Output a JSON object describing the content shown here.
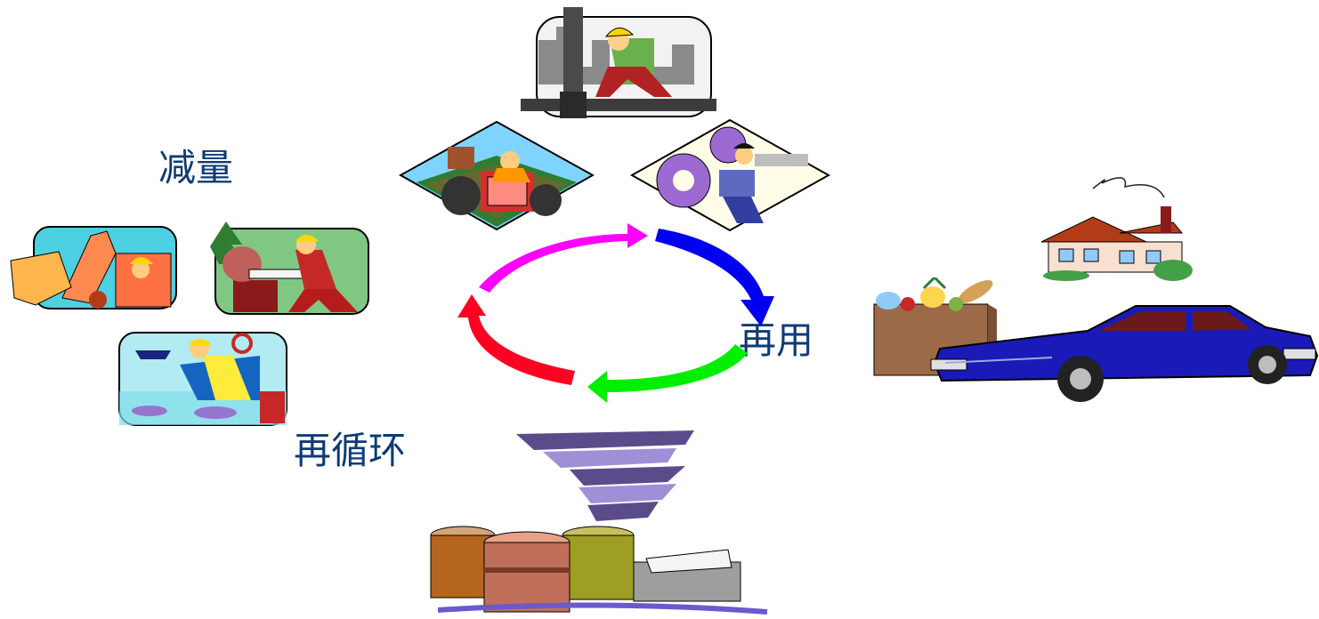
{
  "labels": {
    "reduce": "减量",
    "reuse": "再用",
    "recycle": "再循环"
  },
  "colors": {
    "label_text": "#0d3b73",
    "arrow_magenta": "#ff00ff",
    "arrow_blue": "#0000ee",
    "arrow_green": "#00ee00",
    "arrow_red": "#ff0022"
  },
  "icons": [
    "construction-worker-icon",
    "farmer-tractor-icon",
    "machinist-gears-icon",
    "excavator-icon",
    "lumberjack-icon",
    "fisherman-icon",
    "house-icon",
    "grocery-bag-icon",
    "car-icon",
    "waste-tornado-icon",
    "barrels-icon"
  ]
}
